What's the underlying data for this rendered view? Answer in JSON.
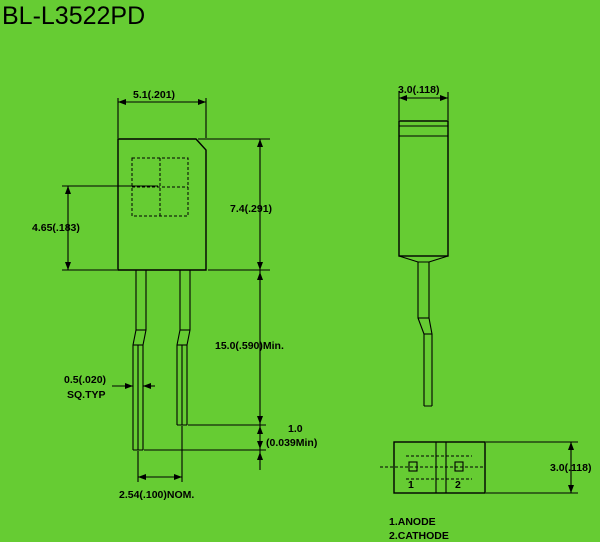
{
  "title": "BL-L3522PD",
  "dims": {
    "body_width": "5.1(.201)",
    "body_height": "7.4(.291)",
    "window_height": "4.65(.183)",
    "lead_length": "15.0(.590)Min.",
    "lead_size_1": "0.5(.020)",
    "lead_size_2": "SQ.TYP",
    "lead_offset_1": "1.0",
    "lead_offset_2": "(0.039Min)",
    "pitch": "2.54(.100)NOM.",
    "side_thickness": "3.0(.118)",
    "bottom_depth": "3.0(.118)"
  },
  "pins": {
    "pin1": "1",
    "pin2": "2"
  },
  "legend": {
    "anode": "1.ANODE",
    "cathode": "2.CATHODE"
  }
}
